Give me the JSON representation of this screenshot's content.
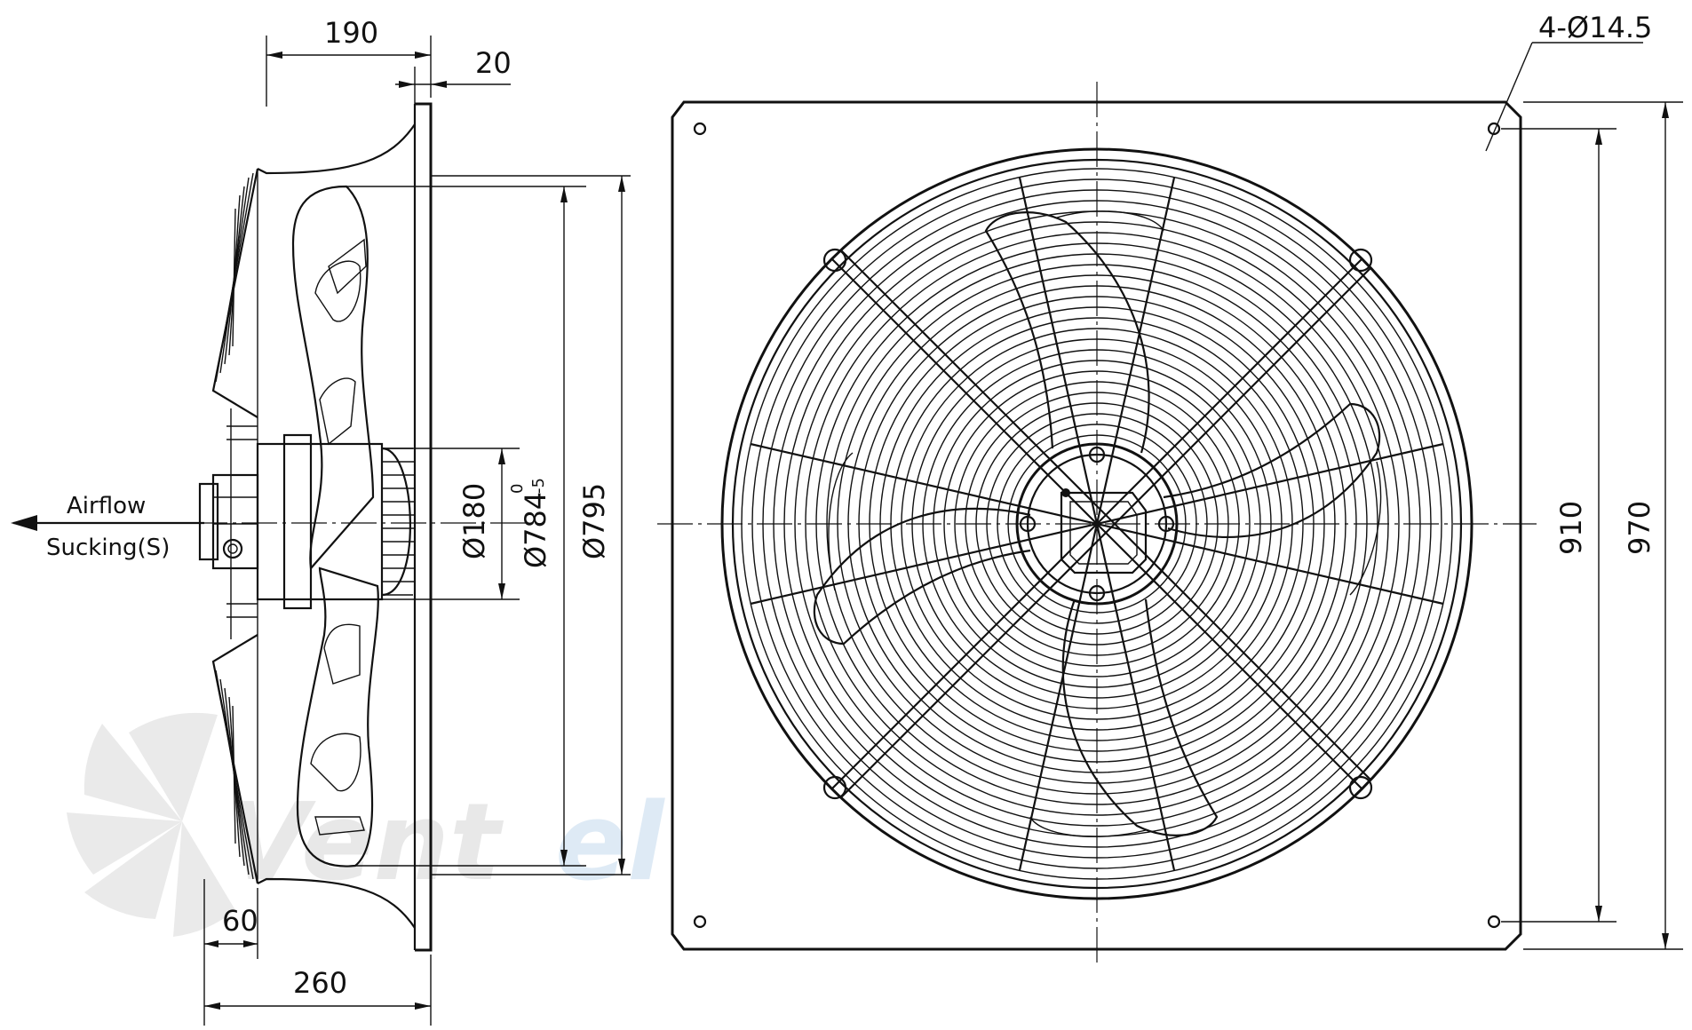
{
  "airflow": {
    "label": "Airflow",
    "mode": "Sucking(S)",
    "arrow_icon": "arrow-left-icon"
  },
  "side_view_dimensions": {
    "depth_top": "190",
    "flange_thickness": "20",
    "depth_bottom": "260",
    "offset_bottom": "60",
    "hub_diameter": "Ø180",
    "impeller_diameter": "Ø784",
    "impeller_tol_upper": "0",
    "impeller_tol_lower": "-5",
    "ring_diameter": "Ø795"
  },
  "front_view_dimensions": {
    "mounting_holes": "4-Ø14.5",
    "hole_spacing": "910",
    "plate_size": "970"
  },
  "watermark": {
    "brand": "Ventel",
    "brand_part1": "Vent",
    "brand_part2": "el",
    "colors": {
      "grey": "#e6e6e6",
      "blue": "#dbe8f4"
    }
  }
}
